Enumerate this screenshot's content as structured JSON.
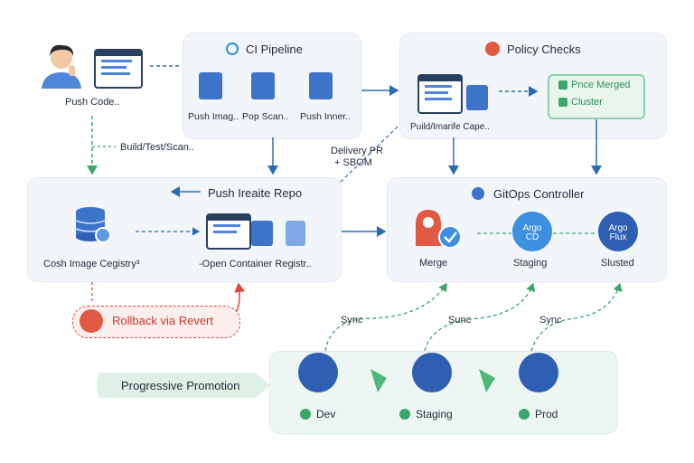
{
  "person": {
    "label": "Push Code.."
  },
  "ci": {
    "title": "CI Pipeline",
    "steps": [
      "Push Imag..",
      "Pop Scan..",
      "Push Inner.."
    ]
  },
  "policy": {
    "title": "Policy Checks",
    "build_label": "Puild/Imarife Cape..",
    "results": [
      "Pnce Merged",
      "Cluster"
    ]
  },
  "edge_labels": {
    "build_test_scan": "Build/Test/Scan..",
    "delivery_pr_line1": "Delivery PR",
    "delivery_pr_line2": "+ SBOM",
    "sync": [
      "Sync",
      "Sunc",
      "Sync"
    ]
  },
  "registry": {
    "title": "Push Ireaite Repo",
    "left_label": "Cosh Image Cegistry³",
    "right_label": "-Open Container Registr.."
  },
  "gitops": {
    "title": "GitOps Controller",
    "items": [
      {
        "label": "Merge"
      },
      {
        "label": "Staging",
        "logo": "Argo CD"
      },
      {
        "label": "Slusted",
        "logo": "Argo Flux"
      }
    ]
  },
  "rollback": {
    "label": "Rollback via Revert"
  },
  "promotion": {
    "label": "Progressive Promotion",
    "envs": [
      "Dev",
      "Staging",
      "Prod"
    ]
  },
  "colors": {
    "accent": "#2f6fd6",
    "green": "#3aa66a",
    "red": "#d94a3a"
  }
}
